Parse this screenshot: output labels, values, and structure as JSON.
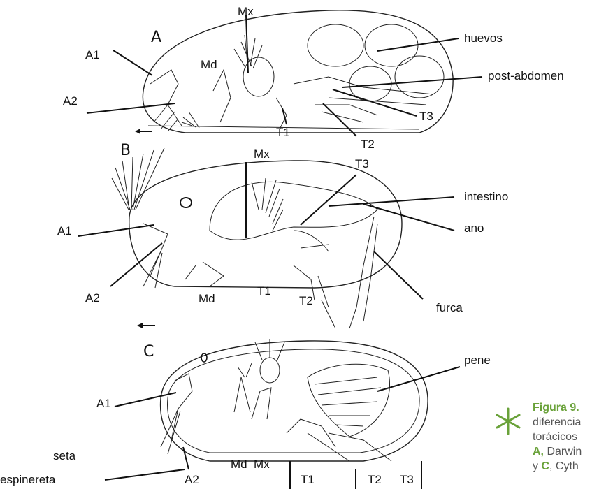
{
  "panels": {
    "A": {
      "letter": "A",
      "labels": {
        "A1": "A1",
        "A2": "A2",
        "Md": "Md",
        "Mx": "Mx",
        "T1": "T1",
        "T2": "T2",
        "T3": "T3",
        "huevos": "huevos",
        "post_abdomen": "post-abdomen"
      }
    },
    "B": {
      "letter": "B",
      "labels": {
        "Mx": "Mx",
        "T3": "T3",
        "A1": "A1",
        "A2": "A2",
        "Md": "Md",
        "T1": "T1",
        "T2": "T2",
        "intestino": "intestino",
        "ano": "ano",
        "furca": "furca"
      }
    },
    "C": {
      "letter": "C",
      "labels": {
        "A1": "A1",
        "A2": "A2",
        "Md": "Md",
        "Mx": "Mx",
        "T1": "T1",
        "T2": "T2",
        "T3": "T3",
        "pene": "pene",
        "seta": "seta",
        "espinereta": "espinereta"
      }
    }
  },
  "caption": {
    "title": "Figura 9.",
    "line1": "diferencia",
    "line2": "torácicos",
    "line3_bold": "A,",
    "line3": " Darwin",
    "line4_pre": "y ",
    "line4_bold": "C",
    "line4": ", Cyth"
  },
  "colors": {
    "accent": "#6aa23a",
    "ink": "#111111",
    "caption_text": "#555555"
  },
  "icons": {
    "asterisk": "asterisk-icon",
    "arrow": "left-arrow-icon"
  }
}
